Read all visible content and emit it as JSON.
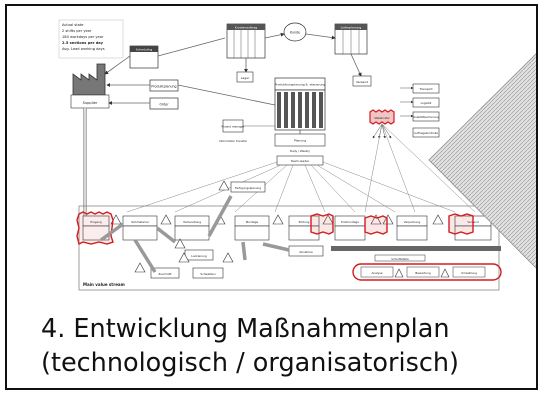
{
  "diagram": {
    "legend_lines": [
      "Actual state",
      "2 shifts per year",
      "180 workdays per year",
      "2.5 sections per day",
      "Avg. Lead working days"
    ],
    "left": {
      "supplier_label": "Supplier",
      "planning_label": "Produktplanung",
      "order_label": "Order",
      "scheduling_label": "Scheduling"
    },
    "top": {
      "center_left_box": "Kundenauftrag",
      "center_right_box": "Lieferplanung",
      "cloud_label": "Kunde",
      "system_title": "Produktionsplanung & -steuerung",
      "central_box": "Planung",
      "small_left": "Lager",
      "small_right": "Versand"
    },
    "middle": {
      "manager_box": "Project manager",
      "manager_note": "Information transfer",
      "center_note": "Daily / Weekly",
      "team_box": "Team leader",
      "highlight_box": "Stakeholder"
    },
    "right_stack": [
      "Transport",
      "Logistik",
      "Qualitätssicherung",
      "Auftragskontrolle"
    ],
    "process_row": [
      "Eingang",
      "Rohmaterial",
      "Vorbereitung",
      "Montage",
      "Prüfung",
      "Endmontage",
      "Verpackung",
      "Versand"
    ],
    "upper_step": "Fertigungsplanung",
    "lower_steps": [
      "Zuschnitt",
      "Schweißen",
      "Lackierung",
      "Abnahme"
    ],
    "stream_label": "Main value stream",
    "oval_caption": "Schnittstelle",
    "oval_items": [
      "Analyse",
      "Bewertung",
      "Umsetzung"
    ]
  },
  "caption": {
    "line1": "4. Entwicklung Maßnahmenplan",
    "line2": "(technologisch / organisatorisch)"
  }
}
